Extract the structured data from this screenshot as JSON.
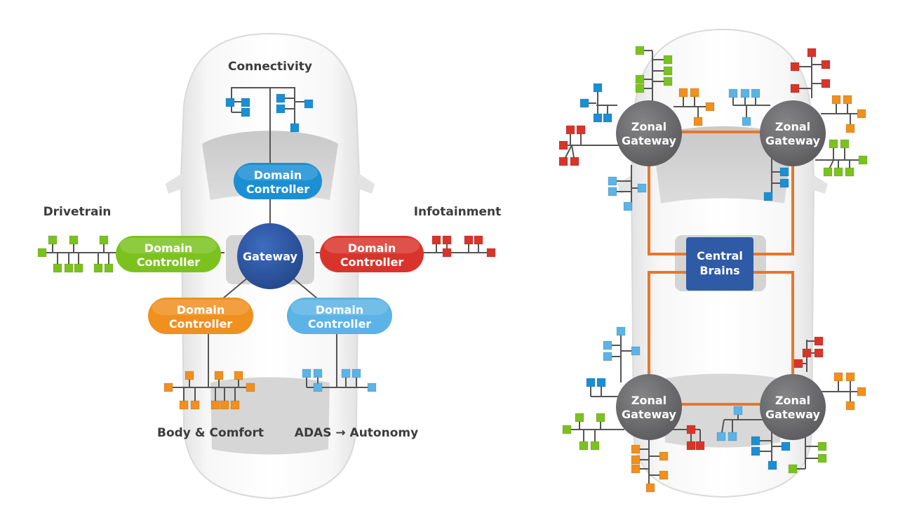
{
  "colors": {
    "background": "#ffffff",
    "car_body": "#efefef",
    "car_glass": "#cfcfcf",
    "wire": "#555555",
    "backbone": "#e8762b",
    "gateway": "#2f5aa6",
    "zonal_gateway": "#6f6f72",
    "central_brains": "#2f5aa6",
    "connectivity": "#1b8fd4",
    "drivetrain": "#7cc21f",
    "infotainment": "#d9342b",
    "body_comfort": "#f0901e",
    "adas": "#5bb3e6"
  },
  "domain_architecture": {
    "gateway_label": "Gateway",
    "domains": [
      {
        "id": "connectivity",
        "title": "Connectivity",
        "controller_line1": "Domain",
        "controller_line2": "Controller",
        "color_key": "connectivity",
        "ecu_count": 7
      },
      {
        "id": "drivetrain",
        "title": "Drivetrain",
        "controller_line1": "Domain",
        "controller_line2": "Controller",
        "color_key": "drivetrain",
        "ecu_count": 9
      },
      {
        "id": "infotainment",
        "title": "Infotainment",
        "controller_line1": "Domain",
        "controller_line2": "Controller",
        "color_key": "infotainment",
        "ecu_count": 6
      },
      {
        "id": "body-comfort",
        "title": "Body & Comfort",
        "controller_line1": "Domain",
        "controller_line2": "Controller",
        "color_key": "body_comfort",
        "ecu_count": 10
      },
      {
        "id": "adas",
        "title_part1": "ADAS",
        "title_arrow": "→",
        "title_part2": "Autonomy",
        "controller_line1": "Domain",
        "controller_line2": "Controller",
        "color_key": "adas",
        "ecu_count": 6
      }
    ]
  },
  "zonal_architecture": {
    "central_line1": "Central",
    "central_line2": "Brains",
    "zones": [
      {
        "id": "front-left",
        "line1": "Zonal",
        "line2": "Gateway"
      },
      {
        "id": "front-right",
        "line1": "Zonal",
        "line2": "Gateway"
      },
      {
        "id": "rear-left",
        "line1": "Zonal",
        "line2": "Gateway"
      },
      {
        "id": "rear-right",
        "line1": "Zonal",
        "line2": "Gateway"
      }
    ]
  }
}
